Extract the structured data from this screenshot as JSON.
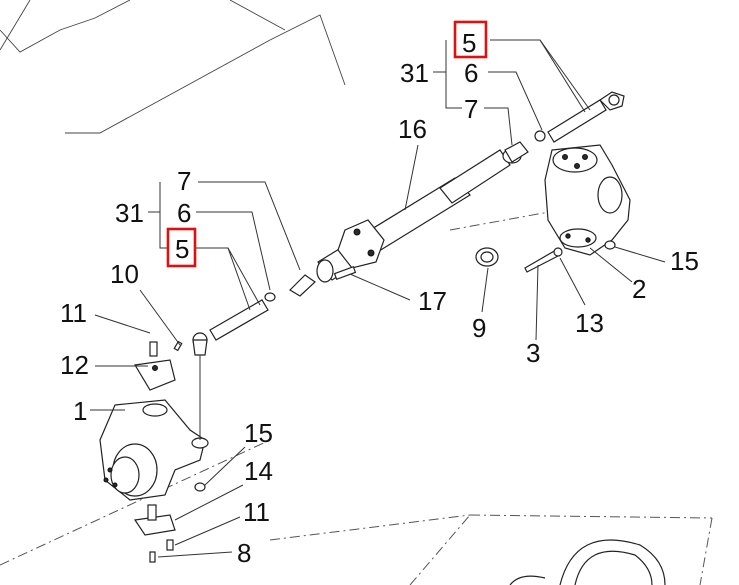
{
  "diagram": {
    "callouts": {
      "top_5": "5",
      "top_31": "31",
      "top_6": "6",
      "top_7": "7",
      "lbl_16": "16",
      "lbl_15_right": "15",
      "lbl_2": "2",
      "lbl_13": "13",
      "lbl_3": "3",
      "lbl_9": "9",
      "lbl_17": "17",
      "left_7": "7",
      "left_31": "31",
      "left_6": "6",
      "left_5": "5",
      "lbl_10": "10",
      "lbl_11_upper": "11",
      "lbl_12": "12",
      "lbl_1": "1",
      "lbl_15_lower": "15",
      "lbl_14": "14",
      "lbl_11_lower": "11",
      "lbl_8": "8"
    },
    "highlighted_callouts": [
      "top_5",
      "left_5"
    ],
    "highlight_color": "#e01010"
  }
}
